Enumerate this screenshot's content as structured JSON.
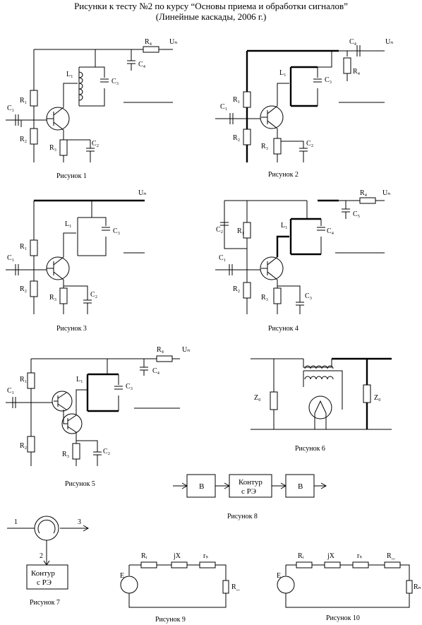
{
  "header": {
    "title": "Рисунки к тесту №2 по курсу “Основы приема и обработки сигналов”",
    "subtitle": "(Линейные каскады, 2006 г.)"
  },
  "labels": {
    "R1": "R₁",
    "R2": "R₂",
    "R3": "R₃",
    "R4": "R₄",
    "C1": "C₁",
    "C2": "C₂",
    "C3": "C₃",
    "C4": "C₄",
    "C5": "C₅",
    "L1": "L₁",
    "Un": "Uₙ",
    "Z0": "Z₀",
    "B": "B",
    "contour_line1": "Контур",
    "contour_line2": "с РЭ",
    "port1": "1",
    "port2": "2",
    "port3": "3",
    "E": "E",
    "Ri": "Rᵢ",
    "jX": "jX",
    "rs": "rₛ",
    "Rload": "R_",
    "Rn": "Rₙ"
  },
  "captions": {
    "fig1": "Рисунок 1",
    "fig2": "Рисунок 2",
    "fig3": "Рисунок 3",
    "fig4": "Рисунок 4",
    "fig5": "Рисунок 5",
    "fig6": "Рисунок 6",
    "fig7": "Рисунок 7",
    "fig8": "Рисунок 8",
    "fig9": "Рисунок 9",
    "fig10": "Рисунок 10"
  }
}
